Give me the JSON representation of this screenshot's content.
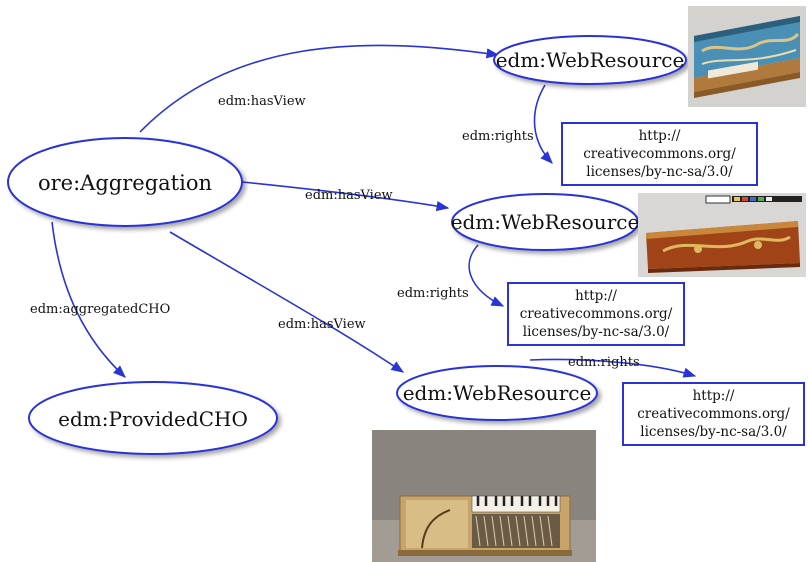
{
  "nodes": {
    "aggregation": "ore:Aggregation",
    "provided_cho": "edm:ProvidedCHO",
    "web_resource_1": "edm:WebResource",
    "web_resource_2": "edm:WebResource",
    "web_resource_3": "edm:WebResource"
  },
  "edges": {
    "has_view_1": "edm:hasView",
    "has_view_2": "edm:hasView",
    "has_view_3": "edm:hasView",
    "aggregated_cho": "edm:aggregatedCHO",
    "rights_1": "edm:rights",
    "rights_2": "edm:rights",
    "rights_3": "edm:rights"
  },
  "licenses": [
    {
      "line1": "http://",
      "line2": "creativecommons.org/",
      "line3": "licenses/by-nc-sa/3.0/"
    },
    {
      "line1": "http://",
      "line2": "creativecommons.org/",
      "line3": "licenses/by-nc-sa/3.0/"
    },
    {
      "line1": "http://",
      "line2": "creativecommons.org/",
      "line3": "licenses/by-nc-sa/3.0/"
    }
  ],
  "colors": {
    "stroke": "#2a33d6",
    "text": "#111111",
    "background": "#ffffff"
  }
}
